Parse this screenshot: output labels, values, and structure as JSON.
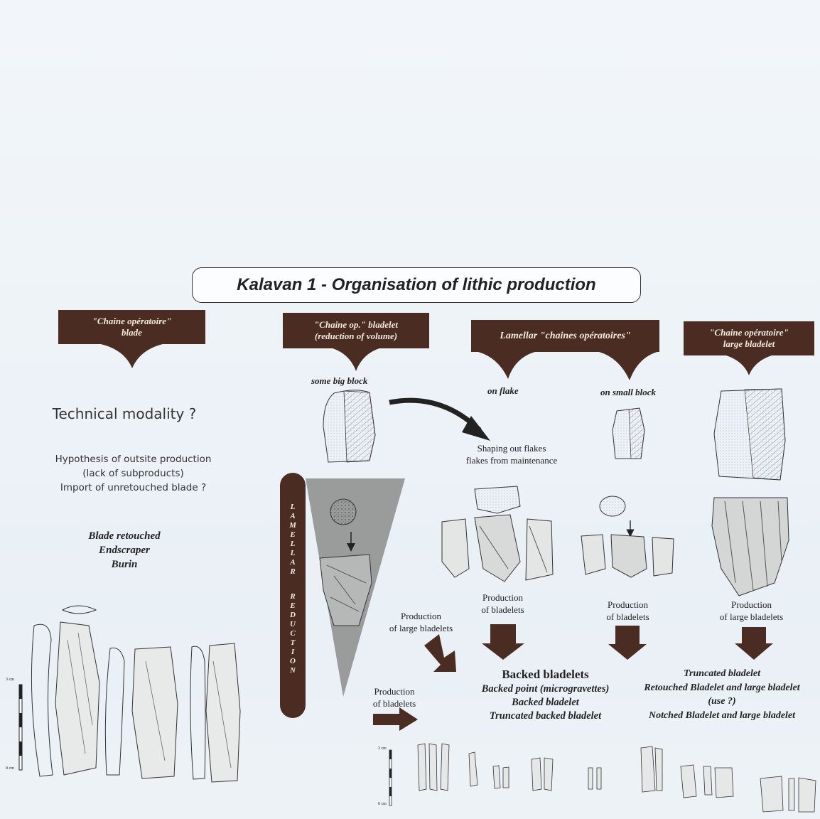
{
  "title": "Kalavan 1 - Organisation of lithic production",
  "banners": {
    "blade": [
      "\"Chaine opératoire\"",
      "blade"
    ],
    "bladelet": [
      "\"Chaine op.\" bladelet",
      "(reduction of volume)"
    ],
    "lamellar": [
      "Lamellar \"chaines opératoires\""
    ],
    "large_bladelet": [
      "\"Chaine opératoire\"",
      "large bladelet"
    ]
  },
  "blade_column": {
    "technical_modality": "Technical modality ?",
    "hypothesis": [
      "Hypothesis of outsite production",
      "(lack of subproducts)",
      "Import of unretouched blade ?"
    ],
    "tools": [
      "Blade retouched",
      "Endscraper",
      "Burin"
    ]
  },
  "labels": {
    "some_big_block": "some big block",
    "on_flake": "on flake",
    "on_small_block": "on small block",
    "shaping": [
      "Shaping out flakes",
      "flakes from maintenance"
    ],
    "reduction_letters": [
      "L",
      "A",
      "M",
      "E",
      "L",
      "L",
      "A",
      "R",
      "",
      "R",
      "E",
      "D",
      "U",
      "C",
      "T",
      "I",
      "O",
      "N"
    ],
    "prod_large_left": [
      "Production",
      "of large bladelets"
    ],
    "prod_bladelets_mid": [
      "Production",
      "of bladelets"
    ],
    "prod_bladelets_small": [
      "Production",
      "of bladelets"
    ],
    "prod_large_right": [
      "Production",
      "of large bladelets"
    ],
    "prod_bladelets_bottom": [
      "Production",
      "of bladelets"
    ]
  },
  "results_center": {
    "heading": "Backed bladelets",
    "items": [
      "Backed point (microgravettes)",
      "Backed bladelet",
      "Truncated backed bladelet"
    ]
  },
  "results_right": {
    "items": [
      "Truncated bladelet",
      "Retouched Bladelet and large bladelet",
      "(use ?)",
      "Notched Bladelet and large bladelet"
    ]
  },
  "scales": {
    "left_top": "3 cm",
    "left_bottom": "0 cm",
    "bottom_top": "3 cm",
    "bottom_bottom": "0 cm"
  },
  "colors": {
    "banner": "#4a2c23",
    "triangle": "#9a9c9c"
  }
}
